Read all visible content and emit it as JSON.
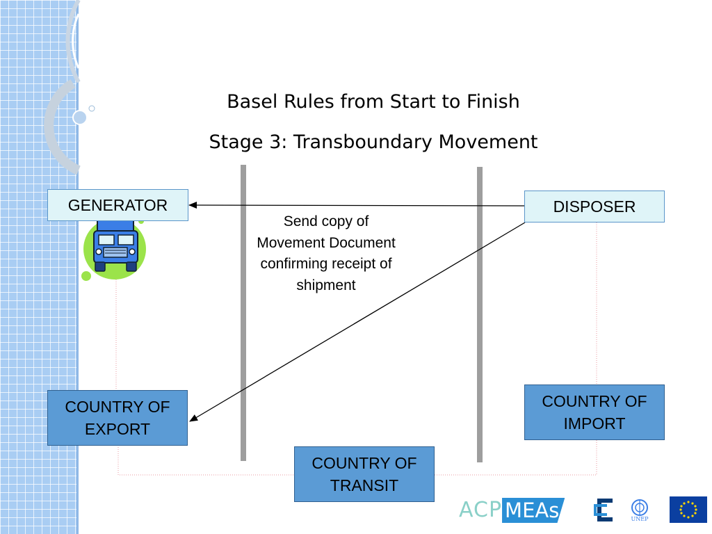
{
  "title": "Basel Rules from Start to Finish",
  "subtitle": "Stage 3: Transboundary Movement",
  "boxes": {
    "generator": "GENERATOR",
    "disposer": "DISPOSER",
    "country_export": "COUNTRY OF EXPORT",
    "country_import": "COUNTRY OF IMPORT",
    "country_transit": "COUNTRY OF TRANSIT"
  },
  "note": "Send copy of Movement Document confirming receipt of shipment",
  "logos": {
    "acp": "ACP",
    "meas": "MEAs",
    "unep": "UNEP"
  },
  "colors": {
    "light_box": "#dff4f8",
    "blue_box": "#5b9bd5",
    "border_line": "#5a95c9",
    "divider": "#9e9e9e",
    "dotted": "#e89aa0",
    "sidebar": "#a9cdf3"
  }
}
